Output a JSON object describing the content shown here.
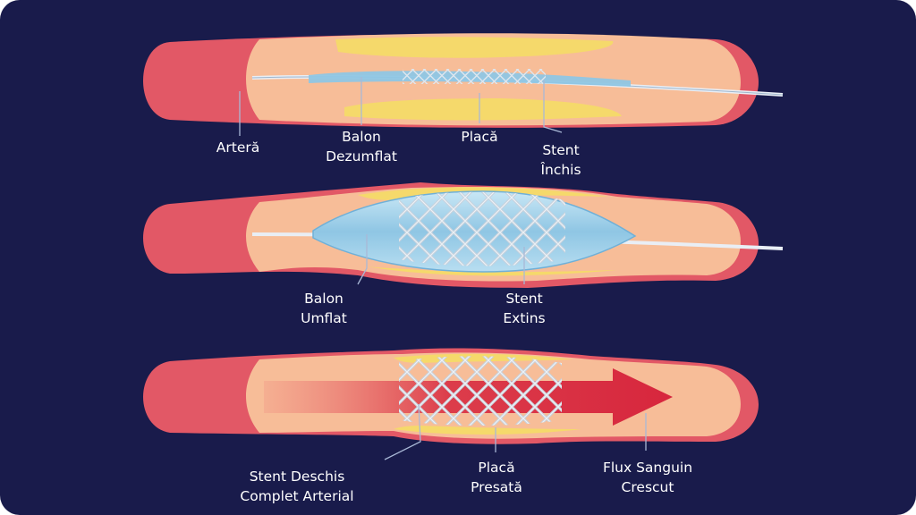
{
  "colors": {
    "background": "#191b4b",
    "artery_wall": "#e25866",
    "artery_inner": "#f7bd98",
    "artery_outer_edge": "#f5a07a",
    "plaque": "#f5d96b",
    "balloon": "#9ccfe9",
    "stent": "#c3ccd6",
    "blood_arrow": "#d7263d",
    "label_text": "#ffffff"
  },
  "panels": [
    {
      "state": "deflated",
      "labels": [
        {
          "lines": [
            "Arteră"
          ]
        },
        {
          "lines": [
            "Balon",
            "Dezumflat"
          ]
        },
        {
          "lines": [
            "Placă"
          ]
        },
        {
          "lines": [
            "Stent",
            "Închis"
          ]
        }
      ]
    },
    {
      "state": "inflated",
      "labels": [
        {
          "lines": [
            "Balon",
            "Umflat"
          ]
        },
        {
          "lines": [
            "Stent",
            "Extins"
          ]
        }
      ]
    },
    {
      "state": "deployed",
      "labels": [
        {
          "lines": [
            "Stent Deschis",
            "Complet Arterial"
          ]
        },
        {
          "lines": [
            "Placă",
            "Presată"
          ]
        },
        {
          "lines": [
            "Flux Sanguin",
            "Crescut"
          ]
        }
      ]
    }
  ]
}
